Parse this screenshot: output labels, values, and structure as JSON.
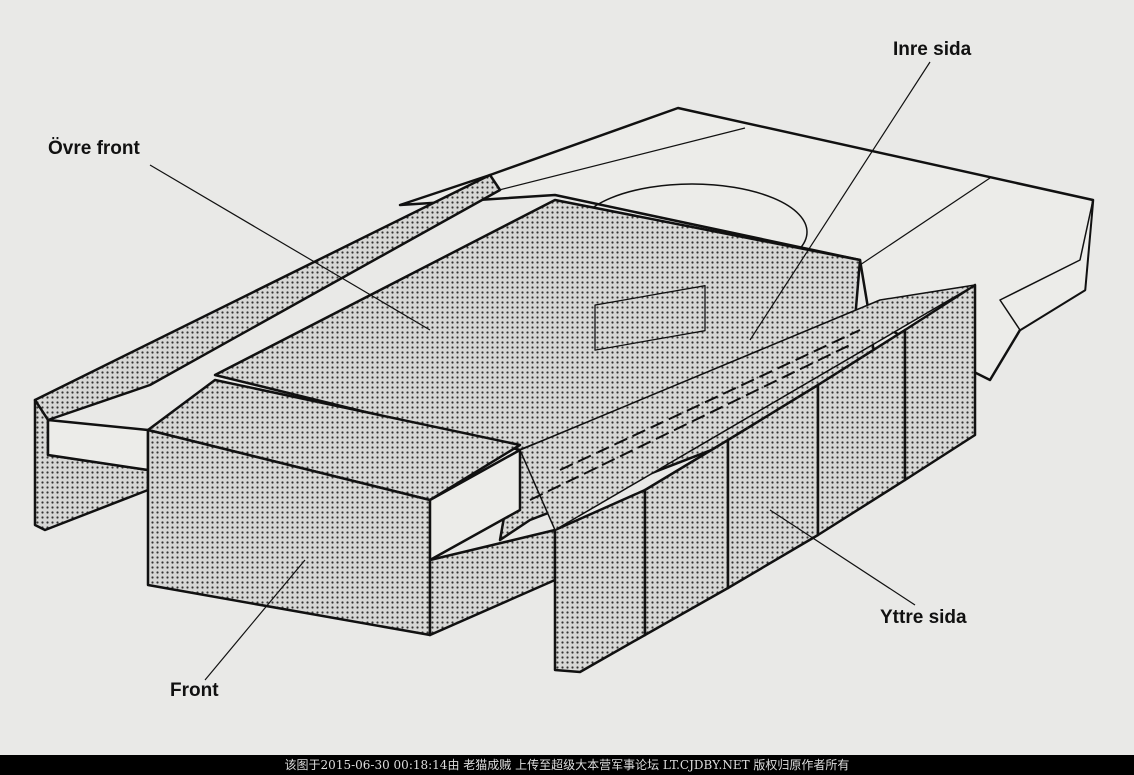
{
  "labels": {
    "inre_sida": "Inre sida",
    "ovre_front": "Övre front",
    "yttre_sida": "Yttre sida",
    "front": "Front"
  },
  "footer": "该图于2015-06-30 00:18:14由 老猫成贼 上传至超级大本营军事论坛 LT.CJDBY.NET 版权归原作者所有",
  "colors": {
    "background": "#e9e9e7",
    "line": "#111111",
    "dots": "#333333"
  }
}
